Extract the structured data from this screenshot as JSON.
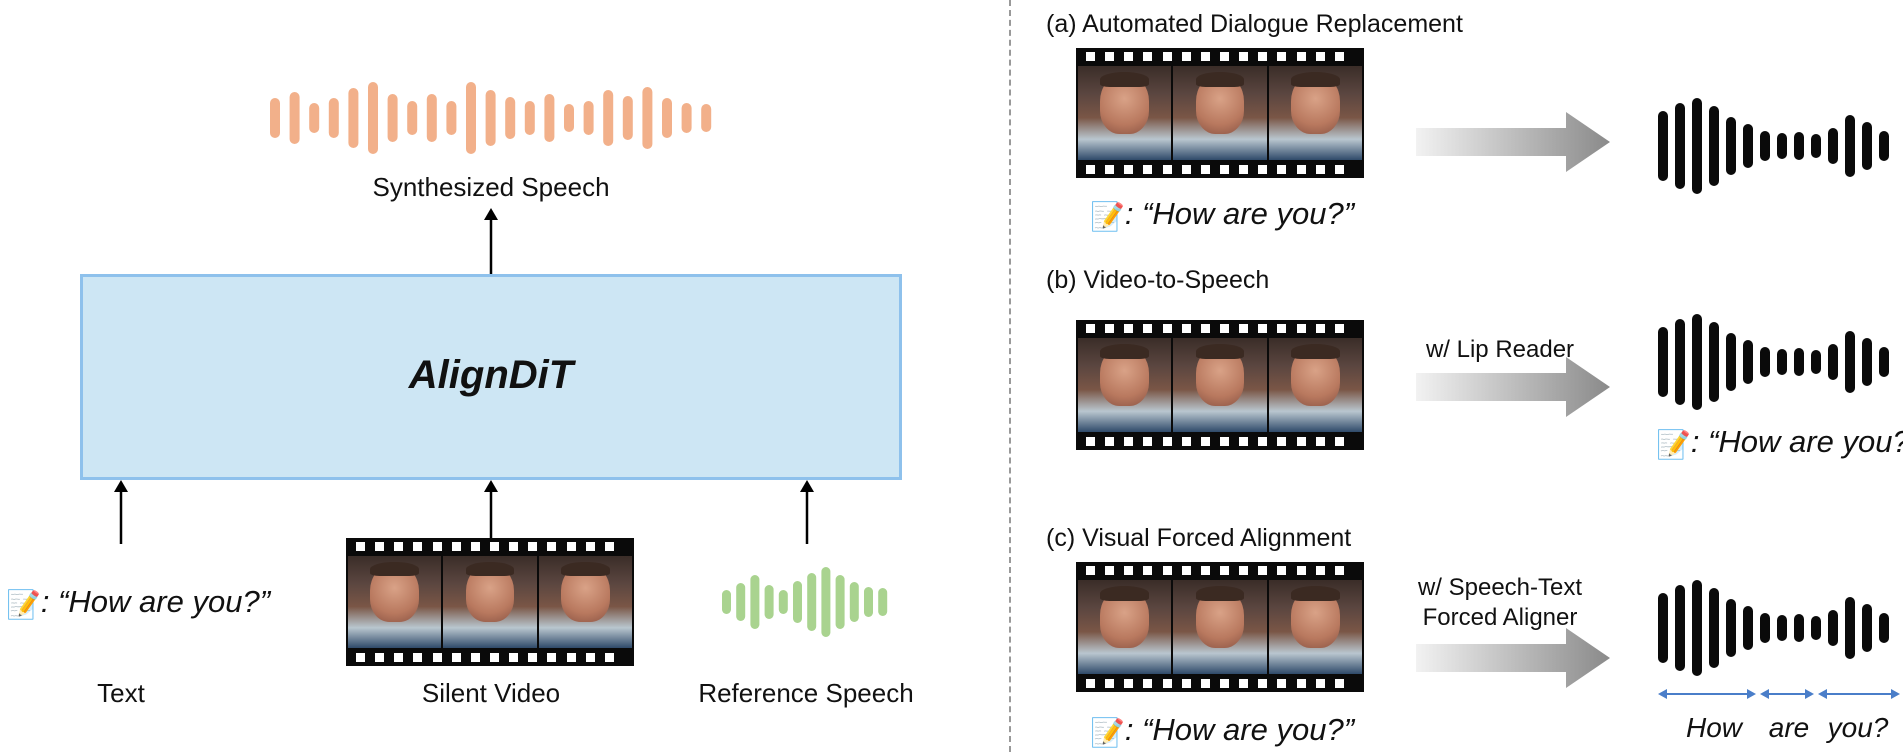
{
  "left": {
    "output_label": "Synthesized Speech",
    "model_name": "AlignDiT",
    "inputs": {
      "text_label": "Text",
      "text_quote": ": “How are you?”",
      "video_label": "Silent Video",
      "reference_label": "Reference Speech"
    }
  },
  "tasks": [
    {
      "title": "(a) Automated Dialogue Replacement",
      "arrow_label": "",
      "quote": ": “How are you?”"
    },
    {
      "title": "(b) Video-to-Speech",
      "arrow_label": "w/ Lip Reader",
      "quote": ": “How are you?”"
    },
    {
      "title": "(c) Visual Forced Alignment",
      "arrow_label_line1": "w/ Speech-Text",
      "arrow_label_line2": "Forced Aligner",
      "quote": ": “How are you?”",
      "word_labels": [
        "How",
        "are",
        "you?"
      ]
    }
  ],
  "colors": {
    "synth_wave": "#f2b08a",
    "reference_wave": "#a9d38f",
    "core_fill": "#cde6f4",
    "core_border": "#8ec1ec",
    "output_wave": "#0a0a0a",
    "alignment_arrow": "#4a7ec9"
  },
  "icons": [
    "pencil-note-icon",
    "film-strip-icon",
    "gradient-arrow-icon"
  ]
}
